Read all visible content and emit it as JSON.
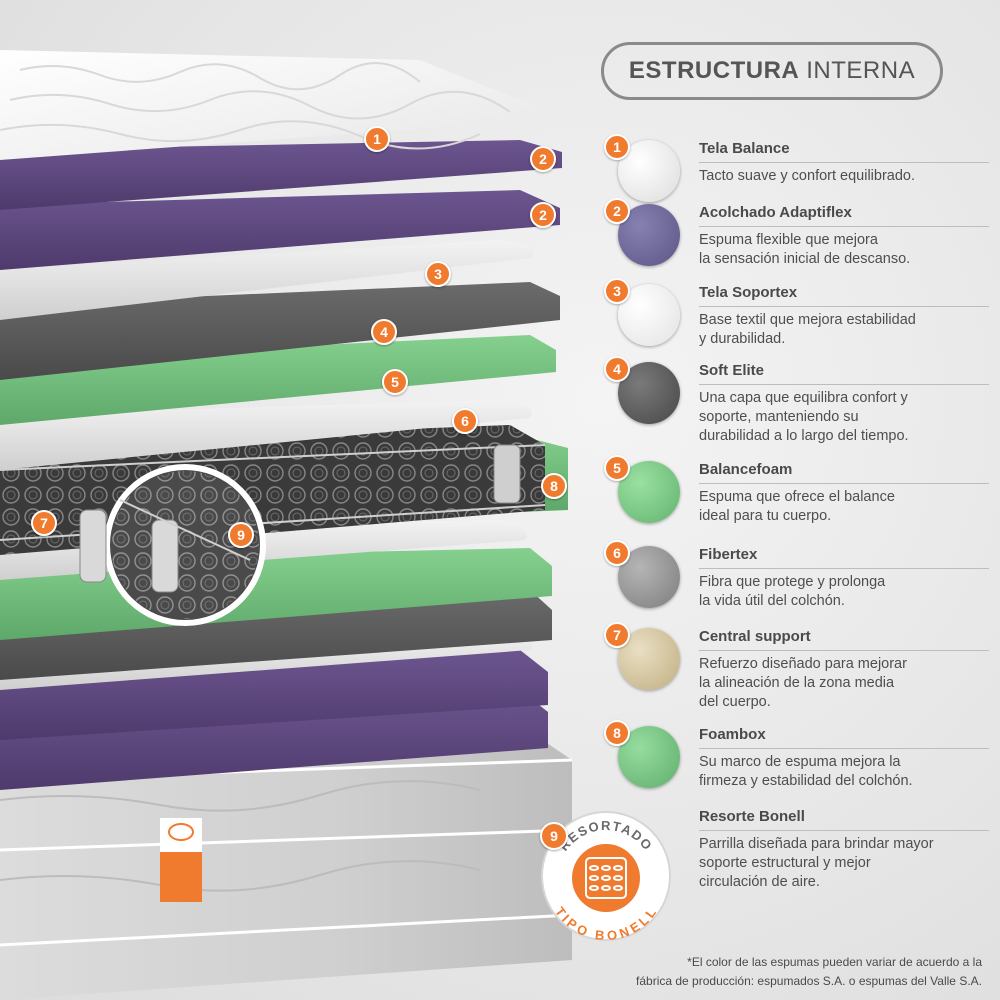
{
  "header": {
    "title_bold": "ESTRUCTURA",
    "title_light": "INTERNA"
  },
  "colors": {
    "accent_orange": "#f07a2e",
    "purple_foam": "#6a4f8c",
    "green_foam": "#6cbf78",
    "dark_grey_foam": "#555555",
    "light_fabric": "#f2f2f2"
  },
  "layers": [
    {
      "number": "1",
      "name": "Tela Balance",
      "desc_lines": [
        "Tacto suave y confort equilibrado."
      ],
      "thumb_icon": "quilted-fabric-icon",
      "thumb_color": "#f1f1f1"
    },
    {
      "number": "2",
      "name": "Acolchado Adaptiflex",
      "desc_lines": [
        "Espuma flexible que mejora",
        "la sensación inicial de descanso."
      ],
      "thumb_icon": "purple-foam-icon",
      "thumb_color": "#6f6a9a"
    },
    {
      "number": "3",
      "name": "Tela Soportex",
      "desc_lines": [
        "Base textil que mejora estabilidad",
        "y durabilidad."
      ],
      "thumb_icon": "white-fabric-icon",
      "thumb_color": "#f7f7f7"
    },
    {
      "number": "4",
      "name": "Soft Elite",
      "desc_lines": [
        "Una capa que equilibra confort y",
        "soporte, manteniendo su",
        "durabilidad a lo largo del tiempo."
      ],
      "thumb_icon": "grey-foam-icon",
      "thumb_color": "#5a5a5a"
    },
    {
      "number": "5",
      "name": "Balancefoam",
      "desc_lines": [
        "Espuma que ofrece el balance",
        "ideal para tu cuerpo."
      ],
      "thumb_icon": "green-foam-icon",
      "thumb_color": "#7ccf86"
    },
    {
      "number": "6",
      "name": "Fibertex",
      "desc_lines": [
        "Fibra que protege y prolonga",
        "la vida útil del colchón."
      ],
      "thumb_icon": "fiber-felt-icon",
      "thumb_color": "#9a9a9a"
    },
    {
      "number": "7",
      "name": "Central support",
      "desc_lines": [
        "Refuerzo diseñado para mejorar",
        "la alineación de la zona media",
        "del cuerpo."
      ],
      "thumb_icon": "fiber-support-icon",
      "thumb_color": "#d8c9a2"
    },
    {
      "number": "8",
      "name": "Foambox",
      "desc_lines": [
        "Su marco de espuma mejora la",
        "firmeza y estabilidad del colchón."
      ],
      "thumb_icon": "green-foam-icon",
      "thumb_color": "#78c983"
    },
    {
      "number": "9",
      "name": "Resorte Bonell",
      "desc_lines": [
        "Parrilla diseñada para brindar mayor",
        "soporte estructural y mejor",
        "circulación de aire."
      ],
      "thumb_icon": "bonnell-spring-badge-icon",
      "thumb_color": "#f07a2e"
    }
  ],
  "badge": {
    "top_text": "RESORTADO",
    "bottom_text": "TIPO BONELL",
    "number": "9"
  },
  "footnote": {
    "line1": "*El color de las espumas pueden variar de acuerdo a la",
    "line2": "fábrica de producción: espumados S.A. o espumas del Valle S.A."
  }
}
